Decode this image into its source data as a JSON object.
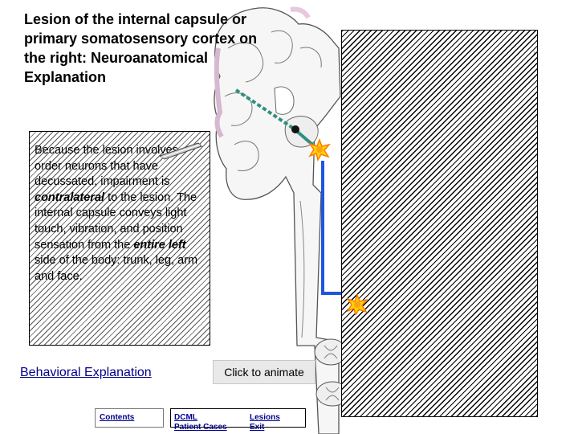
{
  "title": "Lesion of the internal capsule or primary somatosensory cortex on the right: Neuroanatomical Explanation",
  "explanation": {
    "part1": "Because the lesion involves ",
    "part2": "-order neurons that have decussated, impairment is ",
    "contralateral": "contralateral",
    "part3": " to the lesion. The internal capsule conveys light touch, vibration, and position sensation from the ",
    "entire": "entire",
    "part4": " ",
    "left": "left",
    "part5": " side of the body: trunk, leg, arm and face."
  },
  "behavioral_link": "Behavioral Explanation",
  "animate_button": "Click to animate",
  "nav": {
    "contents": "Contents",
    "dcml": "DCML",
    "patient_cases": "Patient Cases",
    "lesions": "Lesions",
    "exit": "Exit"
  },
  "colors": {
    "pathway_blue": "#2255dd",
    "pathway_teal": "#2f8f7f",
    "lesion_yellow": "#ffd400",
    "lesion_orange": "#ff7a00",
    "link_blue": "#00008b"
  },
  "icons": [
    "lesion-burst-icon",
    "pointer-arrow-icon"
  ]
}
